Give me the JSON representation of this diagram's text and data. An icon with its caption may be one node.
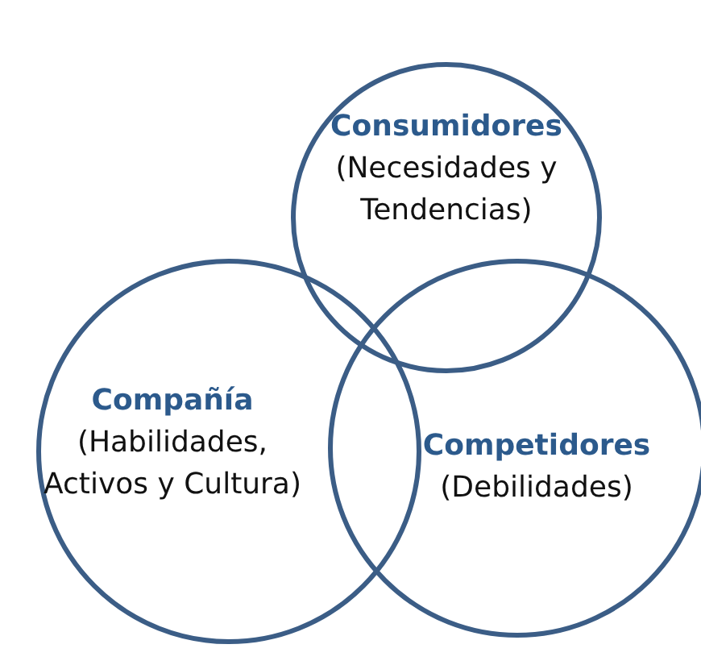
{
  "diagram": {
    "nodes": [
      {
        "text": [
          "Consumidores",
          "(Necesidades y Tendencias)"
        ]
      },
      {
        "text": [
          "Compañía",
          "(Habilidades, Activos y Cultura)"
        ]
      },
      {
        "text": [
          "Competidores",
          "(Debilidades)"
        ]
      }
    ]
  }
}
